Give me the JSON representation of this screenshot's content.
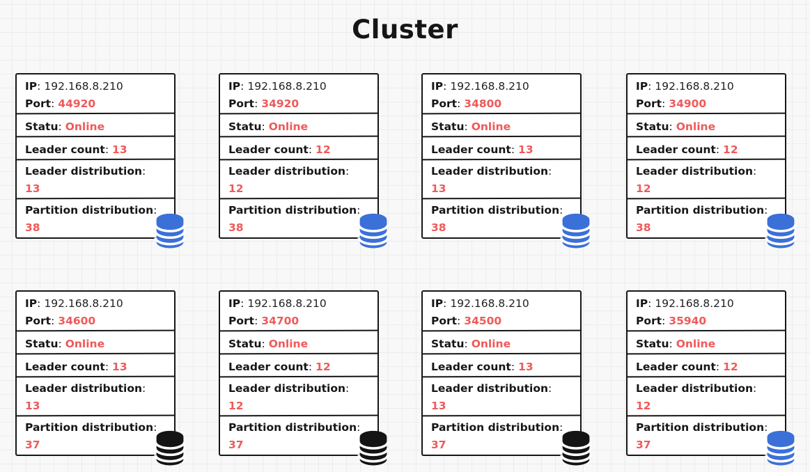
{
  "title": "Cluster",
  "ui": {
    "separator": ":"
  },
  "labels": {
    "ip": "IP",
    "port": "Port",
    "status": "Statu",
    "leader_count": "Leader count",
    "leader_distribution": "Leader distribution",
    "partition_distribution": "Partition distribution"
  },
  "colors": {
    "value_red": "#ef5a5a",
    "db_blue": "#3b70d8",
    "db_black": "#141414",
    "ink": "#1a1a1a"
  },
  "nodes": [
    {
      "ip": "192.168.8.210",
      "port": "44920",
      "status": "Online",
      "leader_count": "13",
      "leader_distribution": "13",
      "partition_distribution": "38",
      "db_icon": "blue"
    },
    {
      "ip": "192.168.8.210",
      "port": "34920",
      "status": "Online",
      "leader_count": "12",
      "leader_distribution": "12",
      "partition_distribution": "38",
      "db_icon": "blue"
    },
    {
      "ip": "192.168.8.210",
      "port": "34800",
      "status": "Online",
      "leader_count": "13",
      "leader_distribution": "13",
      "partition_distribution": "38",
      "db_icon": "blue"
    },
    {
      "ip": "192.168.8.210",
      "port": "34900",
      "status": "Online",
      "leader_count": "12",
      "leader_distribution": "12",
      "partition_distribution": "38",
      "db_icon": "blue"
    },
    {
      "ip": "192.168.8.210",
      "port": "34600",
      "status": "Online",
      "leader_count": "13",
      "leader_distribution": "13",
      "partition_distribution": "37",
      "db_icon": "black"
    },
    {
      "ip": "192.168.8.210",
      "port": "34700",
      "status": "Online",
      "leader_count": "12",
      "leader_distribution": "12",
      "partition_distribution": "37",
      "db_icon": "black"
    },
    {
      "ip": "192.168.8.210",
      "port": "34500",
      "status": "Online",
      "leader_count": "13",
      "leader_distribution": "13",
      "partition_distribution": "37",
      "db_icon": "black"
    },
    {
      "ip": "192.168.8.210",
      "port": "35940",
      "status": "Online",
      "leader_count": "12",
      "leader_distribution": "12",
      "partition_distribution": "37",
      "db_icon": "blue"
    }
  ]
}
